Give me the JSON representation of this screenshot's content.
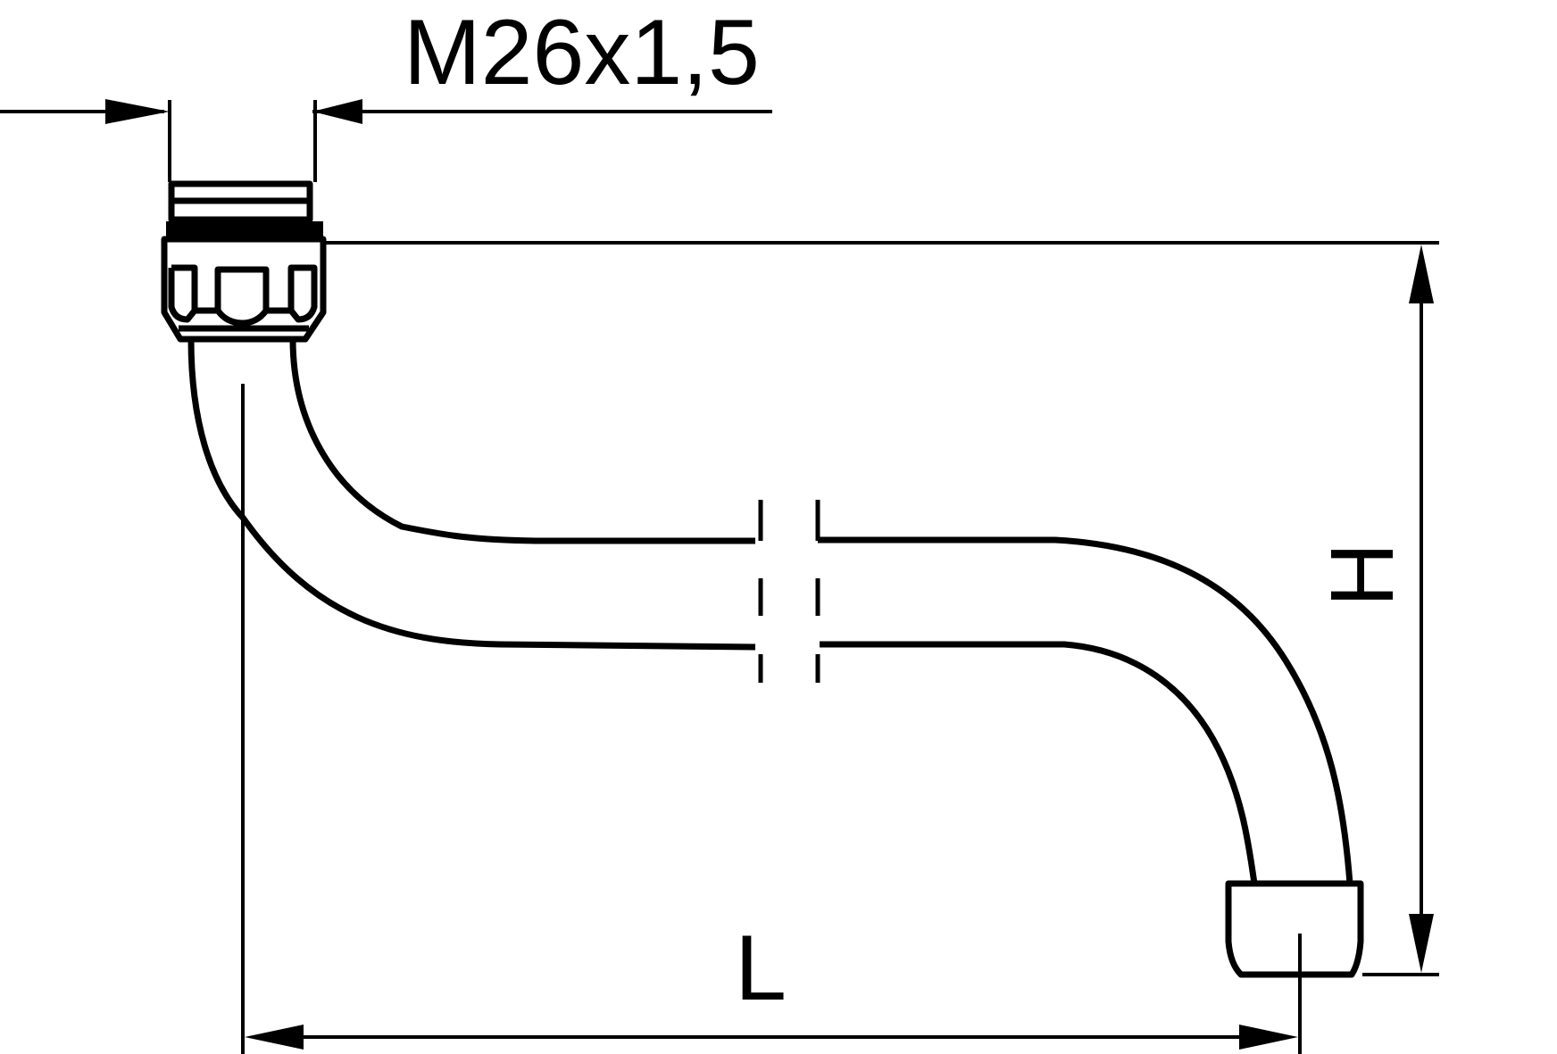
{
  "dimensions": {
    "thread": {
      "label": "M26x1,5"
    },
    "height": {
      "label": "H"
    },
    "length": {
      "label": "L"
    }
  },
  "colors": {
    "line": "#000000",
    "background": "#ffffff"
  }
}
